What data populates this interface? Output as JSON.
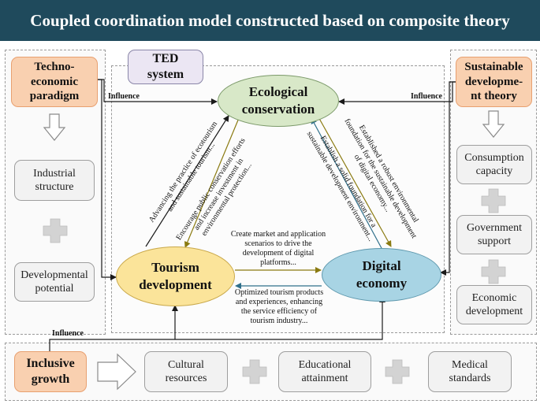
{
  "title": "Coupled coordination model constructed based on composite theory",
  "ted_label": "TED\nsystem",
  "left": {
    "header": "Techno-\neconomic\nparadigm",
    "items": [
      "Industrial\nstructure",
      "Developmental\npotential"
    ]
  },
  "right": {
    "header": "Sustainable\ndevelopme-\nnt theory",
    "items": [
      "Consumption\ncapacity",
      "Government\nsupport",
      "Economic\ndevelopment"
    ]
  },
  "bottom": {
    "header": "Inclusive\ngrowth",
    "items": [
      "Cultural\nresources",
      "Educational\nattainment",
      "Medical\nstandards"
    ]
  },
  "nodes": {
    "ecological": "Ecological\nconservation",
    "tourism": "Tourism\ndevelopment",
    "digital": "Digital\neconomy"
  },
  "influence_label": "Influence",
  "relations": {
    "tourism_to_eco": "Advancing the practice of ecotourism\nand sustainable tourism...",
    "eco_to_tourism": "Encourage public conservation efforts\nand increase investment in\nenvironmental protection...",
    "digital_to_eco": "Establish a solid foundation for a\nsustainable development environment...",
    "eco_to_digital": "Established a robust environmental\nfoundation for the sustainable development\nof digital economy...",
    "digital_to_tourism": "Create market and application\nscenarios to drive the\ndevelopment of digital\nplatforms...",
    "tourism_to_digital": "Optimized tourism products\nand experiences, enhancing\nthe service efficiency of\ntourism industry..."
  },
  "colors": {
    "banner": "#1f4a5c",
    "peach": "#f9d0b0",
    "ecological": "#d8e8c8",
    "tourism": "#fbe49a",
    "digital": "#a8d4e4",
    "ted": "#ebe6f3",
    "arrow_olive": "#8a7a10",
    "arrow_teal": "#2f6f8a",
    "arrow_dark": "#1a1a1a"
  },
  "icons": [
    "hollow-down-arrow",
    "hollow-right-arrow",
    "plus-icon"
  ]
}
